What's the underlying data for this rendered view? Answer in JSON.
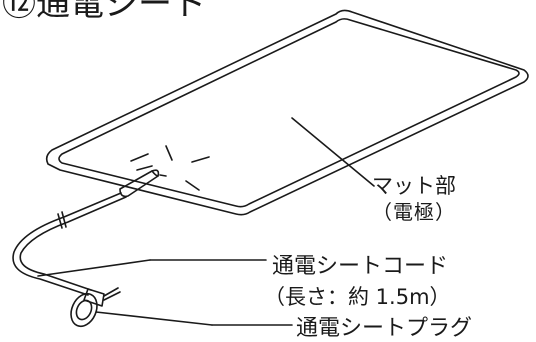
{
  "title": "⑫通電シート",
  "labels": {
    "mat": "マット部",
    "mat_sub": "（電極）",
    "cord": "通電シートコード",
    "cord_sub": "（長さ：約 1.5m）",
    "plug": "通電シートプラグ"
  },
  "colors": {
    "line": "#1a1a1a",
    "background": "#ffffff"
  }
}
